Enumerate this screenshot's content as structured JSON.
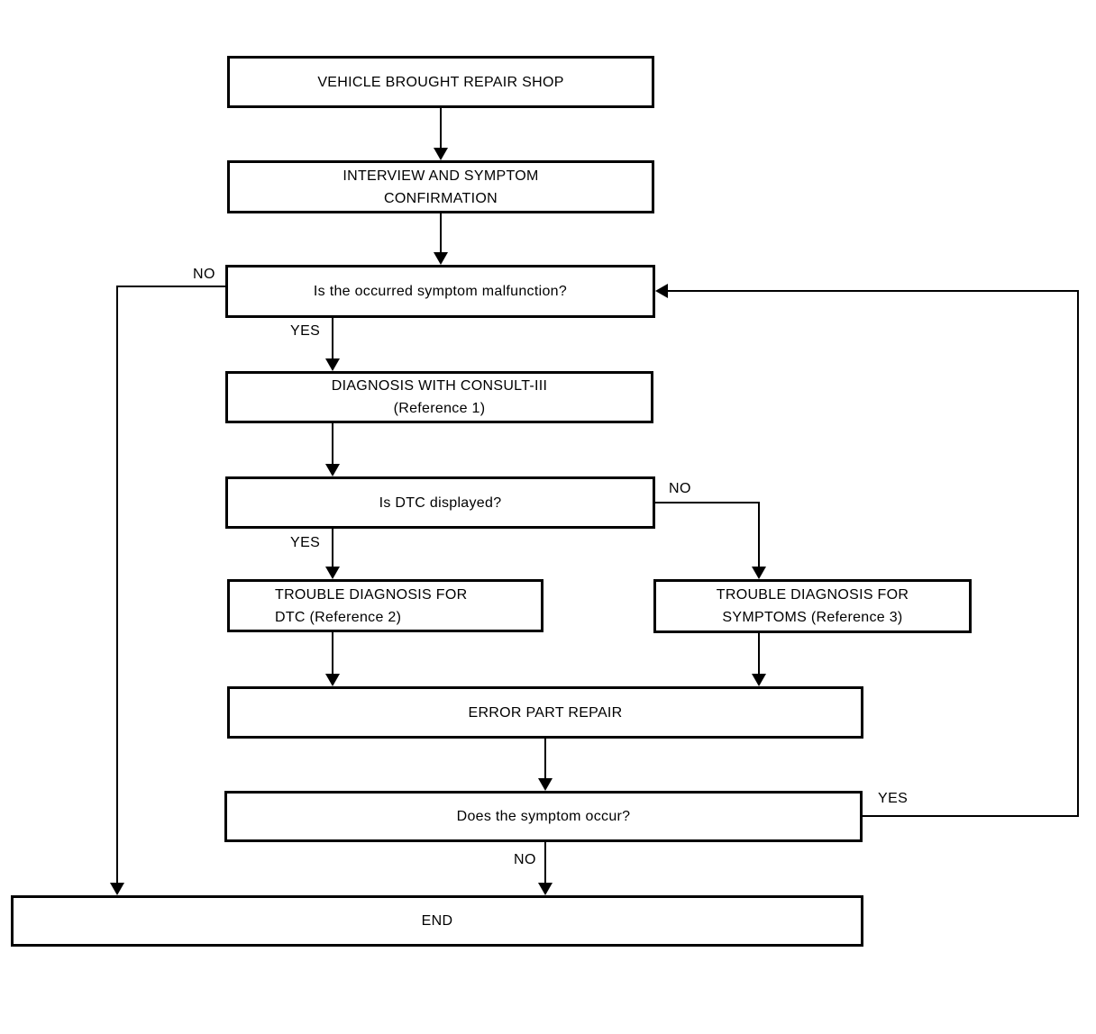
{
  "diagram": {
    "nodes": {
      "vehicle": {
        "label": "VEHICLE BROUGHT REPAIR SHOP"
      },
      "interview": {
        "line1": "INTERVIEW AND SYMPTOM",
        "line2": "CONFIRMATION"
      },
      "symptom_question": {
        "label": "Is the occurred symptom malfunction?"
      },
      "consult": {
        "line1": "DIAGNOSIS WITH CONSULT-III",
        "line2": "(Reference 1)"
      },
      "dtc_question": {
        "label": "Is DTC displayed?"
      },
      "trouble_dtc": {
        "line1": "TROUBLE DIAGNOSIS FOR",
        "line2": "DTC (Reference 2)"
      },
      "trouble_symptoms": {
        "line1": "TROUBLE DIAGNOSIS FOR",
        "line2": "SYMPTOMS (Reference 3)"
      },
      "repair": {
        "label": "ERROR PART REPAIR"
      },
      "occur_question": {
        "label": "Does the symptom occur?"
      },
      "end": {
        "label": "END"
      }
    },
    "edge_labels": {
      "symptom_no": "NO",
      "symptom_yes": "YES",
      "dtc_no": "NO",
      "dtc_yes": "YES",
      "occur_yes": "YES",
      "occur_no": "NO"
    },
    "colors": {
      "line": "#000000",
      "background": "#ffffff"
    }
  }
}
